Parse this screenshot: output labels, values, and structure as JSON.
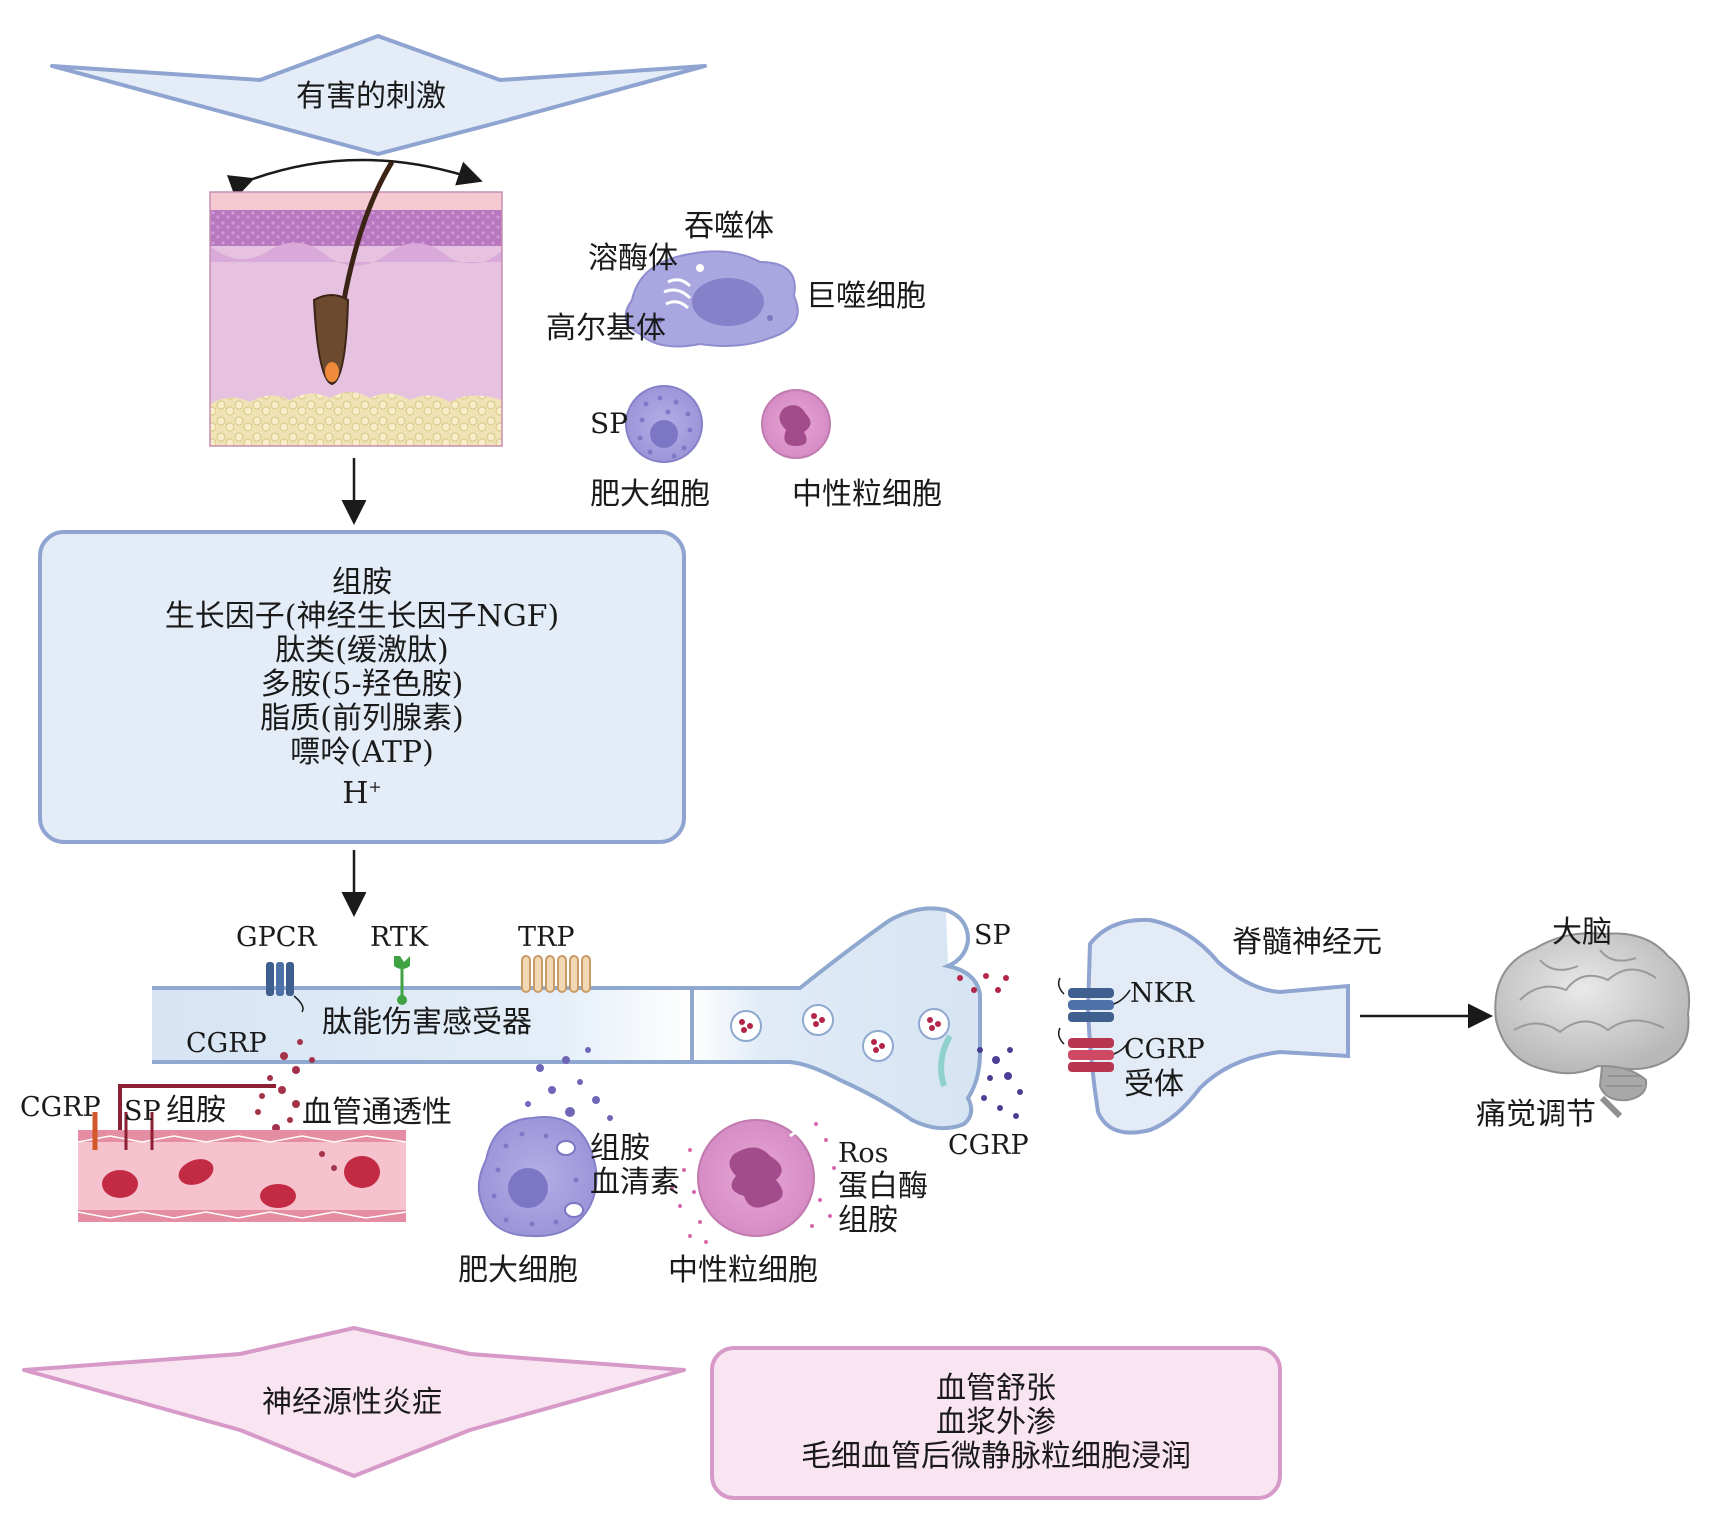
{
  "stimulus": {
    "title": "有害的刺激"
  },
  "skin_cells": {
    "phagosome": "吞噬体",
    "lysosome": "溶酶体",
    "golgi": "高尔基体",
    "macrophage": "巨噬细胞",
    "sp": "SP",
    "mast_cell": "肥大细胞",
    "neutrophil": "中性粒细胞"
  },
  "mediators": {
    "items": [
      "组胺",
      "生长因子(神经生长因子NGF)",
      "肽类(缓激肽)",
      "多胺(5-羟色胺)",
      "脂质(前列腺素)",
      "嘌呤(ATP)"
    ],
    "proton": "H",
    "proton_sup": "+"
  },
  "receptors": {
    "gpcr": "GPCR",
    "rtk": "RTK",
    "trp": "TRP"
  },
  "nociceptor": {
    "label": "肽能伤害感受器",
    "cgrp": "CGRP"
  },
  "vessel": {
    "cgrp": "CGRP",
    "sp": "SP",
    "histamine": "组胺",
    "permeability": "血管通透性"
  },
  "immune_lower": {
    "mast_release_1": "组胺",
    "mast_release_2": "血清素",
    "mast_cell": "肥大细胞",
    "neutrophil_release_1": "Ros",
    "neutrophil_release_2": "蛋白酶",
    "neutrophil_release_3": "组胺",
    "neutrophil": "中性粒细胞"
  },
  "synapse": {
    "sp": "SP",
    "cgrp": "CGRP"
  },
  "spinal": {
    "title": "脊髓神经元",
    "nkr": "NKR",
    "cgrp_receptor_1": "CGRP",
    "cgrp_receptor_2": "受体"
  },
  "brain": {
    "title": "大脑",
    "caption": "痛觉调节"
  },
  "inflammation": {
    "title": "神经源性炎症"
  },
  "effects": {
    "items": [
      "血管舒张",
      "血浆外渗",
      "毛细血管后微静脉粒细胞浸润"
    ]
  },
  "colors": {
    "blue_stroke": "#8fa4d1",
    "blue_fill": "#e4ecf7",
    "pink_stroke": "#d79ac8",
    "pink_fill": "#f9e4f1"
  }
}
